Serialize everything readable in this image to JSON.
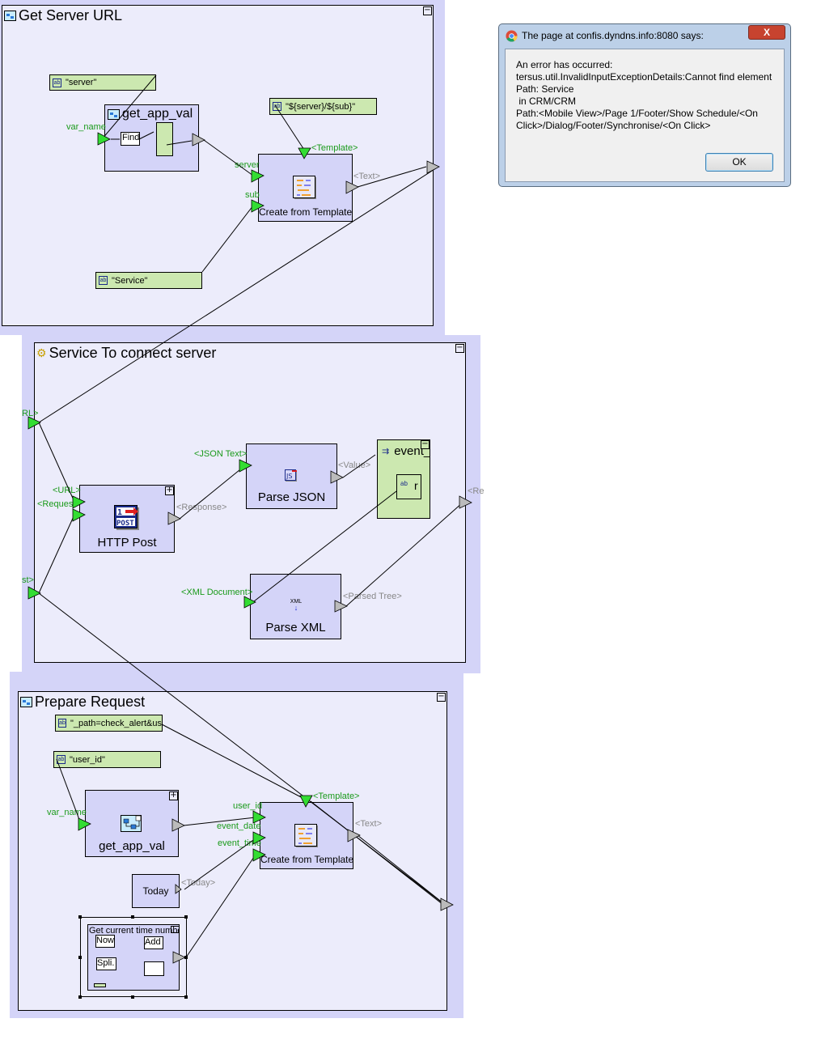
{
  "dialog": {
    "title": "The page at confis.dyndns.info:8080 says:",
    "close_label": "X",
    "message": "An error has occurred:\ntersus.util.InvalidInputExceptionDetails:Cannot find element\nPath: Service\n in CRM/CRM\nPath:<Mobile View>/Page 1/Footer/Show Schedule/<On\nClick>/Dialog/Footer/Synchronise/<On Click>",
    "ok_label": "OK"
  },
  "panels": {
    "get_server_url": {
      "title": "Get Server URL",
      "constants": {
        "server": "\"server\"",
        "template": "\"${server}/${sub}\"",
        "service": "\"Service\""
      },
      "get_app_val": {
        "title": "get_app_val",
        "port_var_name": "var_name",
        "find_label": "Find"
      },
      "create_template": {
        "label": "Create from Template",
        "port_template": "<Template>",
        "port_server": "server",
        "port_sub": "sub",
        "port_text": "<Text>"
      }
    },
    "service_connect": {
      "title": "Service To connect server",
      "left_port_url": "RL>",
      "left_port_request": "st>",
      "http_post": {
        "label": "HTTP Post",
        "port_url": "<URL>",
        "port_request": "<Request>",
        "port_response": "<Response>"
      },
      "parse_json": {
        "label": "Parse JSON",
        "port_json_text": "<JSON Text>",
        "port_value": "<Value>"
      },
      "event_struct": {
        "label": "event_",
        "inner_label": "r"
      },
      "parse_xml": {
        "label": "Parse XML",
        "icon_text": "XML",
        "port_xml_doc": "<XML Document>",
        "port_parsed": "<Parsed Tree>"
      },
      "right_port": "<Re"
    },
    "prepare_request": {
      "title": "Prepare Request",
      "constants": {
        "path": "\"_path=check_alert&us",
        "user_id": "\"user_id\""
      },
      "get_app_val": {
        "label": "get_app_val",
        "port_var_name": "var_name"
      },
      "create_template": {
        "label": "Create from Template",
        "port_template": "<Template>",
        "port_user_id": "user_id",
        "port_event_date": "event_date",
        "port_event_time": "event_time",
        "port_text": "<Text>"
      },
      "today": {
        "label": "Today",
        "port_today": "<Today>"
      },
      "time_number": {
        "title": "Get current time number",
        "now_label": "Now",
        "add_label": "Add",
        "split_label": "Spli."
      }
    }
  },
  "colors": {
    "panel_band": "#d4d4f8",
    "panel_bg": "#ececfb",
    "node_bg": "#d4d4f8",
    "constant_bg": "#cce8b0",
    "input_port": "#33dd33",
    "output_port": "#bbbbbb",
    "port_label_green": "#1a9a1a"
  }
}
